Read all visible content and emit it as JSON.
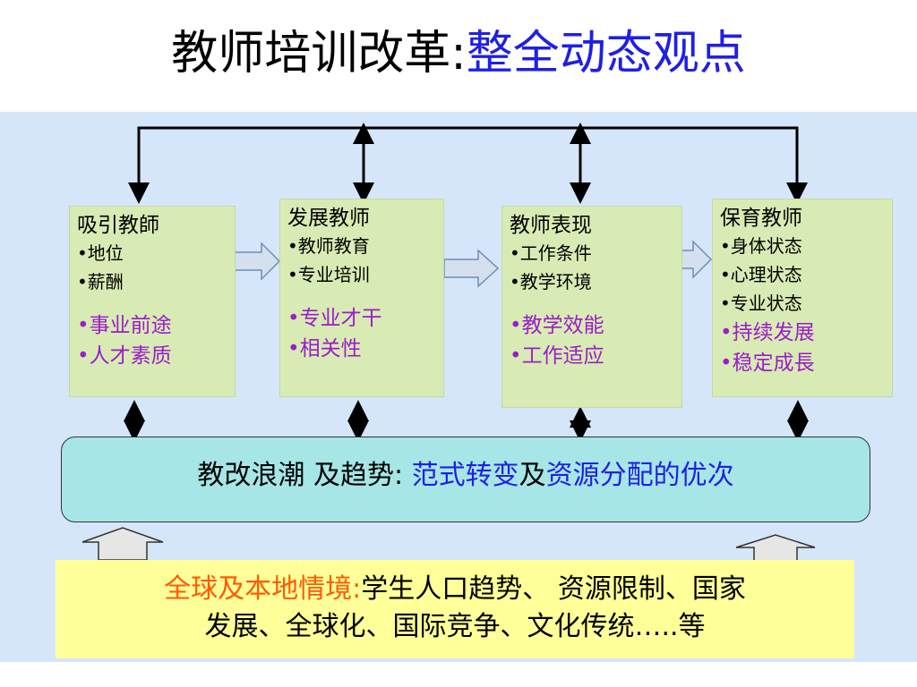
{
  "title": {
    "main": "教师培训改革:",
    "highlight": "整全动态观点"
  },
  "boxes": [
    {
      "heading": "吸引教師",
      "items": [
        "•地位",
        "•薪酬"
      ],
      "purple": [
        "•事业前途",
        "•人才素质"
      ]
    },
    {
      "heading": "发展教师",
      "items": [
        "•教师教育",
        "•专业培训"
      ],
      "purple": [
        "•专业才干",
        "•相关性"
      ]
    },
    {
      "heading": "教师表现",
      "items": [
        "•工作条件",
        "•教学环境"
      ],
      "purple": [
        "•教学效能",
        "•工作适应"
      ]
    },
    {
      "heading": "保育教师",
      "items": [
        "•身体状态",
        "•心理状态",
        "•专业状态"
      ],
      "purple": [
        "•持续发展",
        "•稳定成長"
      ]
    }
  ],
  "band": {
    "prefix": "教改浪潮 及趋势: ",
    "blue1": "范式转变",
    "mid": "及",
    "blue2": "资源分配的优次"
  },
  "bottom": {
    "orange": "全球及本地情境:",
    "line1": "学生人口趋势、 资源限制、国家",
    "line2": "发展、全球化、国际竞争、文化传统…..等"
  },
  "colors": {
    "purple": "#9b1ec8",
    "blue": "#1f1fe6",
    "orange": "#ff5a00",
    "box_fill": "#d9ebb4",
    "band_fill": "#a6e6e6",
    "bottom_fill": "#ffff99",
    "background": "#d6e6fa"
  }
}
